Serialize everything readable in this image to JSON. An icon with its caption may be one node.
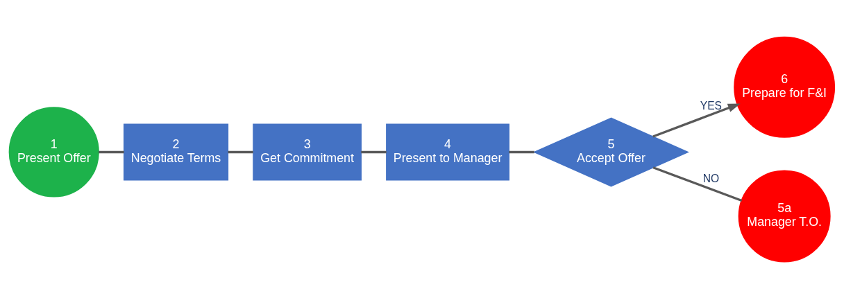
{
  "diagram": {
    "nodes": [
      {
        "text": [
          "1",
          "Present Offer"
        ]
      },
      {
        "text": [
          "2",
          "Negotiate Terms"
        ]
      },
      {
        "text": [
          "3",
          "Get Commitment"
        ]
      },
      {
        "text": [
          "4",
          "Present to Manager"
        ]
      },
      {
        "text": [
          "5",
          "Accept Offer"
        ]
      },
      {
        "text": [
          "6",
          "Prepare for F&I"
        ]
      },
      {
        "text": [
          "5a",
          "Manager T.O."
        ]
      }
    ],
    "edges": [
      {
        "from": 0,
        "to": 1,
        "arrow": "none"
      },
      {
        "from": 1,
        "to": 2,
        "arrow": "none"
      },
      {
        "from": 2,
        "to": 3,
        "arrow": "none"
      },
      {
        "from": 3,
        "to": 4,
        "arrow": "none"
      },
      {
        "from": 4,
        "to": 5,
        "arrow": "to",
        "label": "YES"
      },
      {
        "from": 4,
        "to": 6,
        "arrow": "none",
        "label": "NO"
      }
    ]
  }
}
